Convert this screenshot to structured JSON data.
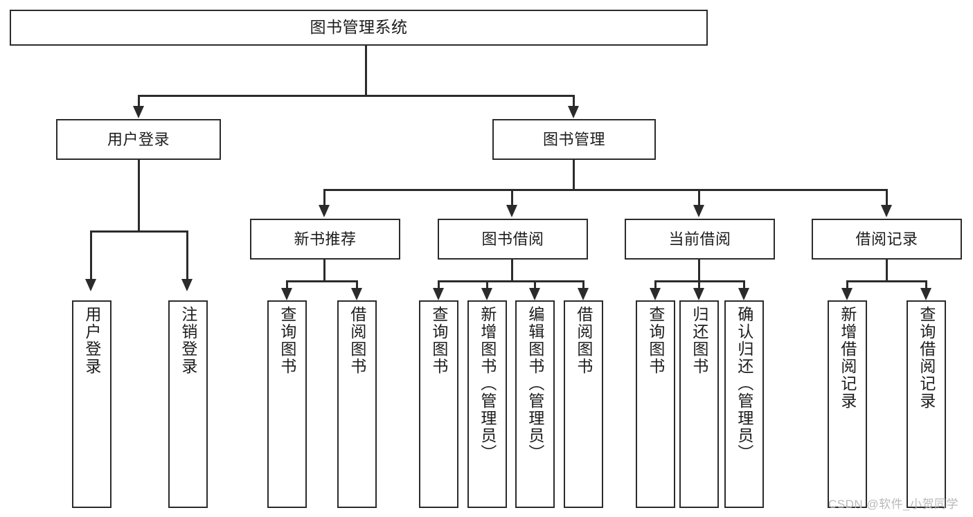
{
  "diagram": {
    "title_node": {
      "label": "图书管理系统"
    },
    "level2": [
      {
        "id": "user-login",
        "label": "用户登录"
      },
      {
        "id": "book-management",
        "label": "图书管理"
      }
    ],
    "level3": [
      {
        "id": "new-book-recommend",
        "label": "新书推荐"
      },
      {
        "id": "book-borrow",
        "label": "图书借阅"
      },
      {
        "id": "current-borrow",
        "label": "当前借阅"
      },
      {
        "id": "borrow-record",
        "label": "借阅记录"
      }
    ],
    "leaves": [
      {
        "id": "leaf-user-login",
        "label": "用户登录",
        "parent": "user-login"
      },
      {
        "id": "leaf-logout-login",
        "label": "注销登录",
        "parent": "user-login"
      },
      {
        "id": "leaf-query-book-1",
        "label": "查询图书",
        "parent": "new-book-recommend"
      },
      {
        "id": "leaf-borrow-book-1",
        "label": "借阅图书",
        "parent": "new-book-recommend"
      },
      {
        "id": "leaf-query-book-2",
        "label": "查询图书",
        "parent": "book-borrow"
      },
      {
        "id": "leaf-add-book",
        "label": "新增图书（管理员）",
        "parent": "book-borrow"
      },
      {
        "id": "leaf-edit-book",
        "label": "编辑图书（管理员）",
        "parent": "book-borrow"
      },
      {
        "id": "leaf-borrow-book-2",
        "label": "借阅图书",
        "parent": "book-borrow"
      },
      {
        "id": "leaf-query-book-3",
        "label": "查询图书",
        "parent": "current-borrow"
      },
      {
        "id": "leaf-return-book",
        "label": "归还图书",
        "parent": "current-borrow"
      },
      {
        "id": "leaf-confirm-return",
        "label": "确认归还（管理员）",
        "parent": "current-borrow"
      },
      {
        "id": "leaf-add-borrow-record",
        "label": "新增借阅记录",
        "parent": "borrow-record"
      },
      {
        "id": "leaf-query-borrow-record",
        "label": "查询借阅记录",
        "parent": "borrow-record"
      }
    ],
    "watermark": "CSDN @软件_小贺同学",
    "colors": {
      "stroke": "#2b2b2b",
      "background": "#ffffff",
      "text": "#1c1c1c",
      "watermark": "#b9b9b9"
    }
  }
}
